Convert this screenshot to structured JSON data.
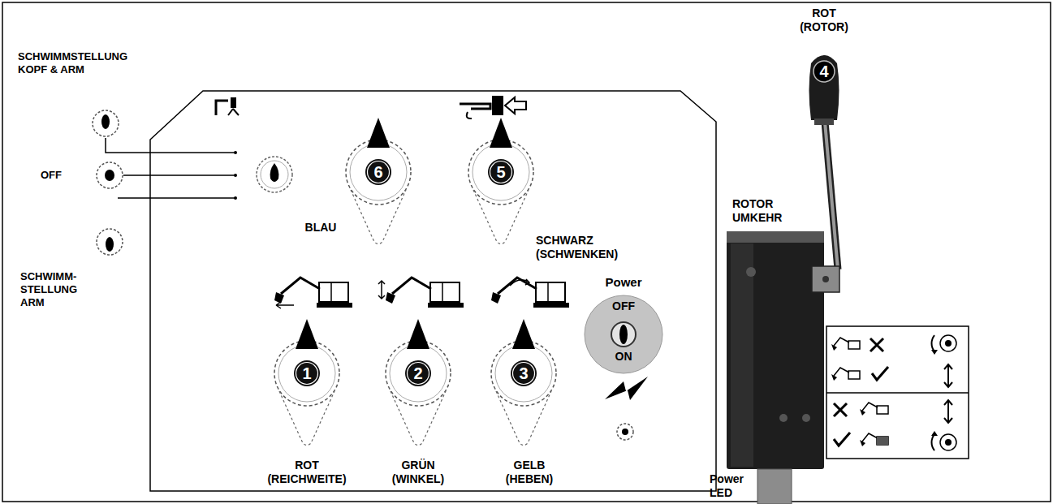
{
  "diagram": {
    "nodes": [
      {
        "text": [
          "6",
          "BLAU"
        ]
      },
      {
        "text": [
          "5",
          "SCHWARZ (SCHWENKEN)"
        ]
      },
      {
        "text": [
          "1",
          "ROT (REICHWEITE)"
        ]
      },
      {
        "text": [
          "2",
          "GRÜN (WINKEL)"
        ]
      },
      {
        "text": [
          "3",
          "GELB (HEBEN)"
        ]
      },
      {
        "text": [
          "Power",
          "OFF",
          "ON"
        ]
      },
      {
        "text": [
          "ROT (ROTOR)",
          "4"
        ]
      }
    ],
    "labels": [
      "SCHWIMMSTELLUNG KOPF & ARM",
      "OFF",
      "SCHWIMM- STELLUNG ARM",
      "ROTOR UMKEHR",
      "Power LED"
    ]
  }
}
